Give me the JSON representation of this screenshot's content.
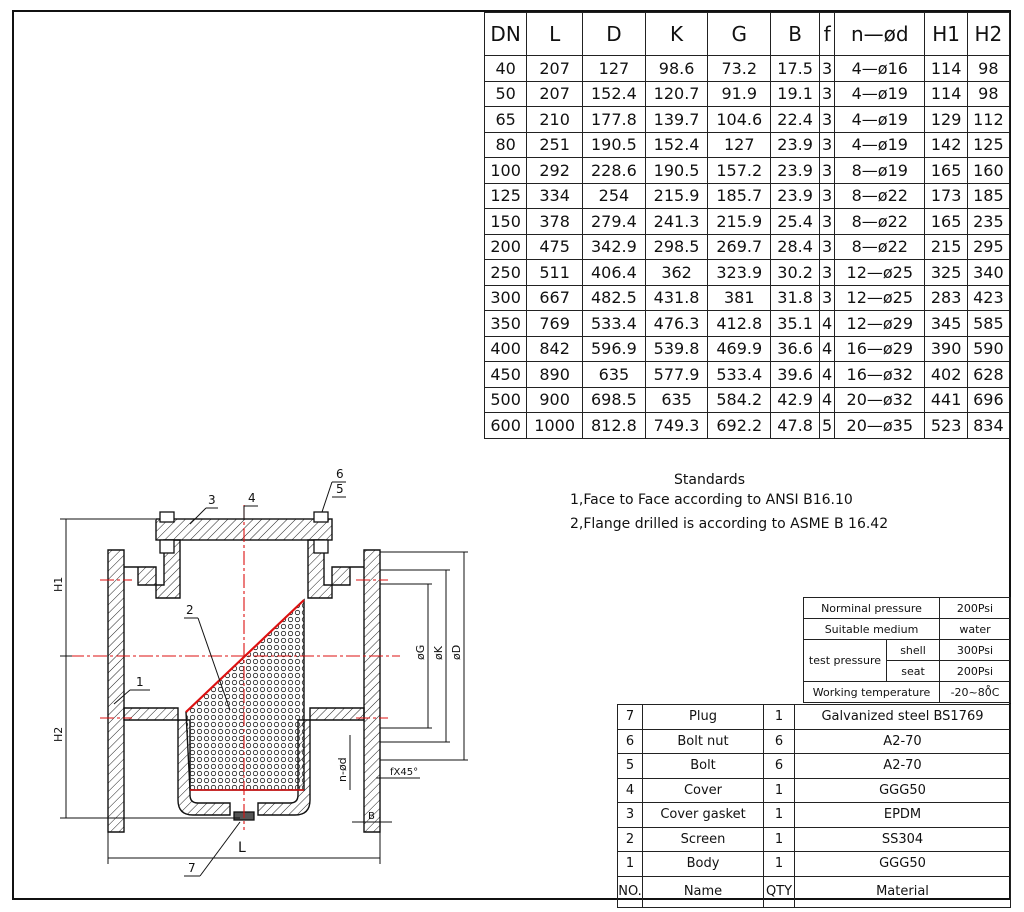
{
  "dimension_table": {
    "headers": [
      "DN",
      "L",
      "D",
      "K",
      "G",
      "B",
      "f",
      "n—ød",
      "H1",
      "H2"
    ],
    "rows": [
      [
        "40",
        "207",
        "127",
        "98.6",
        "73.2",
        "17.5",
        "3",
        "4—ø16",
        "114",
        "98"
      ],
      [
        "50",
        "207",
        "152.4",
        "120.7",
        "91.9",
        "19.1",
        "3",
        "4—ø19",
        "114",
        "98"
      ],
      [
        "65",
        "210",
        "177.8",
        "139.7",
        "104.6",
        "22.4",
        "3",
        "4—ø19",
        "129",
        "112"
      ],
      [
        "80",
        "251",
        "190.5",
        "152.4",
        "127",
        "23.9",
        "3",
        "4—ø19",
        "142",
        "125"
      ],
      [
        "100",
        "292",
        "228.6",
        "190.5",
        "157.2",
        "23.9",
        "3",
        "8—ø19",
        "165",
        "160"
      ],
      [
        "125",
        "334",
        "254",
        "215.9",
        "185.7",
        "23.9",
        "3",
        "8—ø22",
        "173",
        "185"
      ],
      [
        "150",
        "378",
        "279.4",
        "241.3",
        "215.9",
        "25.4",
        "3",
        "8—ø22",
        "165",
        "235"
      ],
      [
        "200",
        "475",
        "342.9",
        "298.5",
        "269.7",
        "28.4",
        "3",
        "8—ø22",
        "215",
        "295"
      ],
      [
        "250",
        "511",
        "406.4",
        "362",
        "323.9",
        "30.2",
        "3",
        "12—ø25",
        "325",
        "340"
      ],
      [
        "300",
        "667",
        "482.5",
        "431.8",
        "381",
        "31.8",
        "3",
        "12—ø25",
        "283",
        "423"
      ],
      [
        "350",
        "769",
        "533.4",
        "476.3",
        "412.8",
        "35.1",
        "4",
        "12—ø29",
        "345",
        "585"
      ],
      [
        "400",
        "842",
        "596.9",
        "539.8",
        "469.9",
        "36.6",
        "4",
        "16—ø29",
        "390",
        "590"
      ],
      [
        "450",
        "890",
        "635",
        "577.9",
        "533.4",
        "39.6",
        "4",
        "16—ø32",
        "402",
        "628"
      ],
      [
        "500",
        "900",
        "698.5",
        "635",
        "584.2",
        "42.9",
        "4",
        "20—ø32",
        "441",
        "696"
      ],
      [
        "600",
        "1000",
        "812.8",
        "749.3",
        "692.2",
        "47.8",
        "5",
        "20—ø35",
        "523",
        "834"
      ]
    ]
  },
  "standards": {
    "title": "Standards",
    "line1": "1,Face to Face according to ANSI B16.10",
    "line2": "2,Flange drilled is according to ASME B 16.42"
  },
  "spec_table": {
    "nominal_pressure_label": "Norminal pressure",
    "nominal_pressure_value": "200Psi",
    "suitable_medium_label": "Suitable medium",
    "suitable_medium_value": "water",
    "test_pressure_label": "test pressure",
    "shell_label": "shell",
    "shell_value": "300Psi",
    "seat_label": "seat",
    "seat_value": "200Psi",
    "working_temperature_label": "Working temperature",
    "working_temperature_value": "-20~80̊C"
  },
  "bom": {
    "header": {
      "no": "NO.",
      "name": "Name",
      "qty": "QTY",
      "material": "Material"
    },
    "rows": [
      {
        "no": "7",
        "name": "Plug",
        "qty": "1",
        "material": "Galvanized steel BS1769"
      },
      {
        "no": "6",
        "name": "Bolt nut",
        "qty": "6",
        "material": "A2-70"
      },
      {
        "no": "5",
        "name": "Bolt",
        "qty": "6",
        "material": "A2-70"
      },
      {
        "no": "4",
        "name": "Cover",
        "qty": "1",
        "material": "GGG50"
      },
      {
        "no": "3",
        "name": "Cover gasket",
        "qty": "1",
        "material": "EPDM"
      },
      {
        "no": "2",
        "name": "Screen",
        "qty": "1",
        "material": "SS304"
      },
      {
        "no": "1",
        "name": "Body",
        "qty": "1",
        "material": "GGG50"
      }
    ]
  },
  "drawing": {
    "callouts": [
      "1",
      "2",
      "3",
      "4",
      "5",
      "6",
      "7"
    ],
    "labels": {
      "H1": "H1",
      "H2": "H2",
      "L": "L",
      "G": "øG",
      "K": "øK",
      "D": "øD",
      "nd": "n-ød",
      "chamfer": "fX45°",
      "B": "B"
    }
  }
}
